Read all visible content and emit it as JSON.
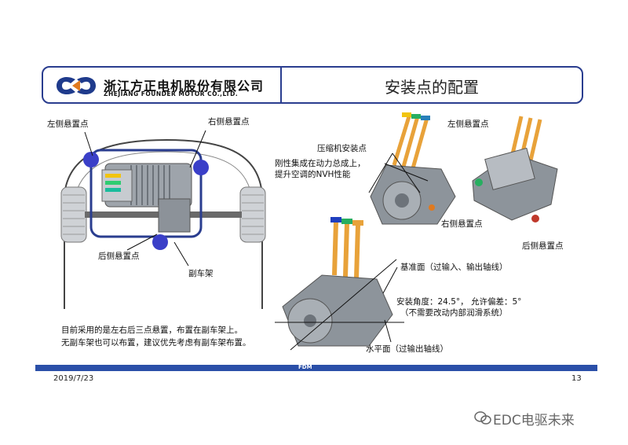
{
  "header": {
    "company_cn": "浙江方正电机股份有限公司",
    "company_en": "ZHEJIANG FOUNDER MOTOR CO.,LTD.",
    "title": "安装点的配置"
  },
  "left_diagram": {
    "left_mount": "左侧悬置点",
    "right_mount": "右侧悬置点",
    "rear_mount": "后侧悬置点",
    "subframe": "副车架",
    "note_line1": "目前采用的是左右后三点悬置，布置在副车架上。",
    "note_line2": "无副车架也可以布置，建议优先考虑有副车架布置。"
  },
  "right_diagram": {
    "compressor": "压缩机安装点",
    "rigid_line1": "刚性集成在动力总成上，",
    "rigid_line2": "提升空调的NVH性能",
    "left_mount": "左侧悬置点",
    "right_mount": "右侧悬置点",
    "rear_mount": "后侧悬置点"
  },
  "bottom_diagram": {
    "reference_plane": "基准面（过输入、输出轴线）",
    "angle_line1": "安装角度：24.5°， 允许偏差：5°",
    "angle_line2": "（不需要改动内部润滑系统）",
    "horizontal_plane": "水平面（过输出轴线）"
  },
  "footer": {
    "center": "FDM",
    "date": "2019/7/23",
    "page": "13"
  },
  "watermark": "EDC电驱未来",
  "colors": {
    "brand_blue": "#2a3d8f",
    "footer_blue": "#2a4fa8",
    "mount_dot": "#3a3fc8",
    "logo_orange": "#e07a1f"
  }
}
